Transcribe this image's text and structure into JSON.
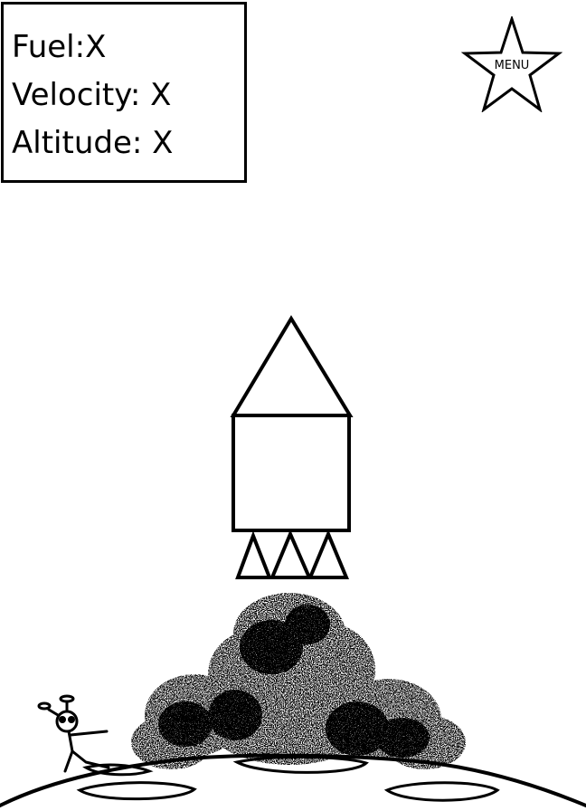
{
  "hud": {
    "fuel": "Fuel:X",
    "velocity": "Velocity: X",
    "altitude": "Altitude: X"
  },
  "menu": {
    "label": "MENU",
    "icon": "star-icon"
  },
  "scene": {
    "sprites": [
      "rocket",
      "exhaust-cloud",
      "astronaut",
      "moon-surface",
      "craters"
    ]
  }
}
